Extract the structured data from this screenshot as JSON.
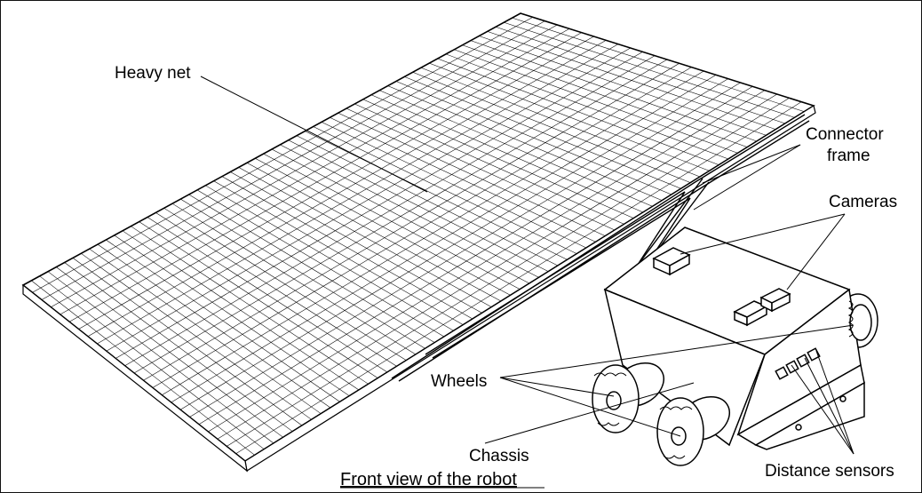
{
  "labels": {
    "heavy_net": "Heavy net",
    "connector_line1": "Connector",
    "connector_line2": "frame",
    "cameras": "Cameras",
    "wheels": "Wheels",
    "chassis": "Chassis",
    "distance_sensors": "Distance sensors",
    "caption": "Front view of the robot"
  },
  "colors": {
    "ink": "#000000",
    "background": "#ffffff"
  }
}
